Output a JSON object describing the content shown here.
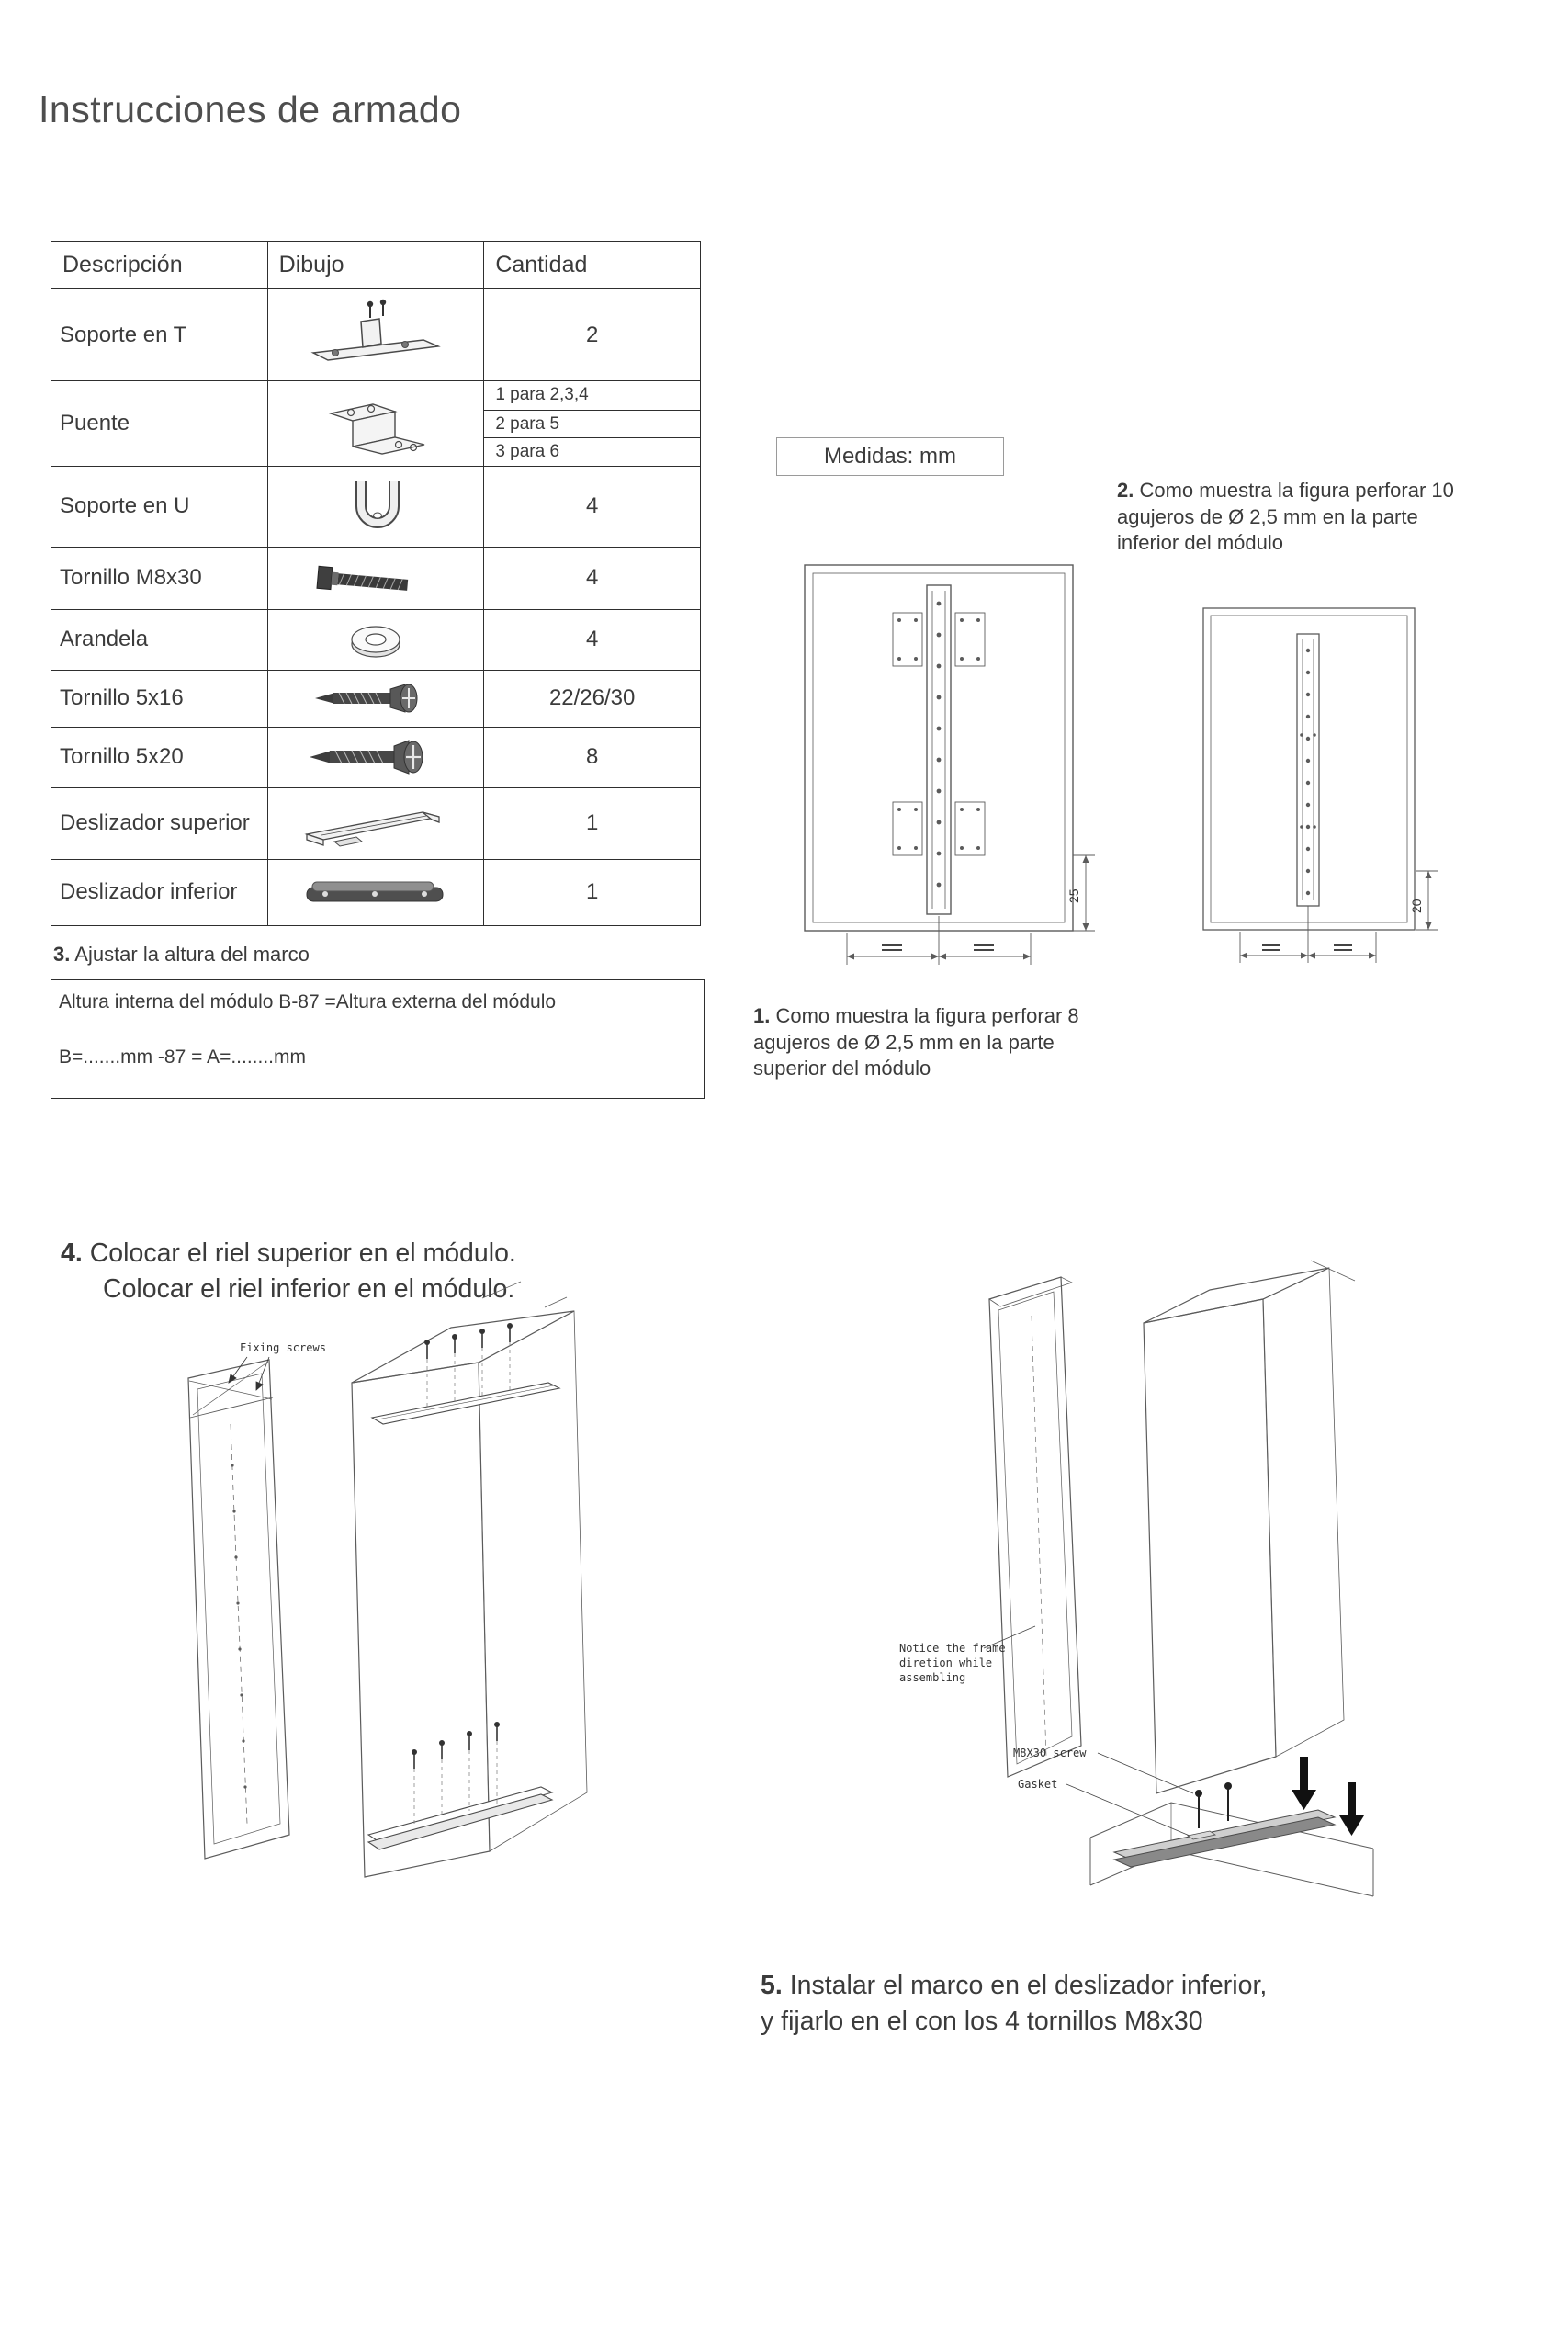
{
  "page": {
    "title": "Instrucciones de armado"
  },
  "parts_table": {
    "headers": {
      "desc": "Descripción",
      "draw": "Dibujo",
      "qty": "Cantidad"
    },
    "rows": [
      {
        "desc": "Soporte en T",
        "icon": "t-bracket",
        "qty": "2"
      },
      {
        "desc": "Puente",
        "icon": "bridge-bracket",
        "qty1": "1 para 2,3,4",
        "qty2": "2 para 5",
        "qty3": "3 para 6"
      },
      {
        "desc": "Soporte en U",
        "icon": "u-bracket",
        "qty": "4"
      },
      {
        "desc": "Tornillo M8x30",
        "icon": "bolt",
        "qty": "4"
      },
      {
        "desc": "Arandela",
        "icon": "washer",
        "qty": "4"
      },
      {
        "desc": "Tornillo 5x16",
        "icon": "screw",
        "qty": "22/26/30"
      },
      {
        "desc": "Tornillo 5x20",
        "icon": "screw",
        "qty": "8"
      },
      {
        "desc": "Deslizador superior",
        "icon": "upper-slider",
        "qty": "1"
      },
      {
        "desc": "Deslizador inferior",
        "icon": "lower-slider",
        "qty": "1"
      }
    ]
  },
  "medidas_label": "Medidas: mm",
  "steps": {
    "s1": {
      "num": "1.",
      "text": "Como muestra la figura perforar 8 agujeros de Ø 2,5 mm en la parte superior del módulo"
    },
    "s2": {
      "num": "2.",
      "text": "Como muestra la figura perforar 10 agujeros de Ø 2,5 mm en la parte inferior del módulo"
    },
    "s3": {
      "num": "3.",
      "text": "Ajustar la altura del marco"
    },
    "s4": {
      "num": "4.",
      "line1": "Colocar el riel superior en el módulo.",
      "line2": "Colocar el riel inferior en el módulo."
    },
    "s5": {
      "num": "5.",
      "line1": "Instalar el marco en el deslizador inferior,",
      "line2": "y fijarlo en el con los 4 tornillos M8x30"
    }
  },
  "formula_box": {
    "line1": "Altura interna del módulo  B-87 =Altura externa del módulo",
    "line2": "B=.......mm  -87 = A=........mm"
  },
  "diagrams": {
    "dim_25": "25",
    "dim_20": "20",
    "fixing_screws": "Fixing screws",
    "notice_line1": "Notice the frame",
    "notice_line2": "diretion while",
    "notice_line3": "assembling",
    "m8x30_screw": "M8X30 screw",
    "gasket": "Gasket"
  }
}
